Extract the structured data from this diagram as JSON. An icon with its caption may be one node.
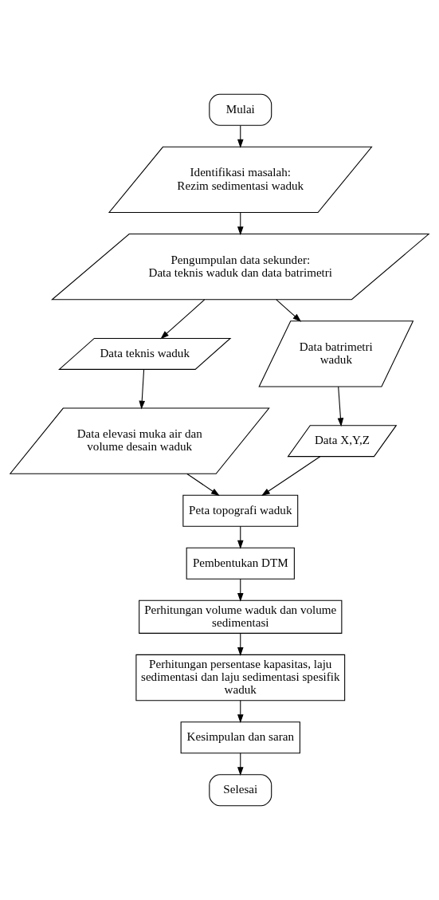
{
  "diagram": {
    "nodes": [
      {
        "text": [
          "Mulai"
        ]
      },
      {
        "text": [
          "Identifikasi masalah:",
          "Rezim sedimentasi waduk"
        ]
      },
      {
        "text": [
          "Pengumpulan data sekunder:",
          "Data teknis waduk dan data batrimetri"
        ]
      },
      {
        "text": [
          "Data teknis waduk"
        ]
      },
      {
        "text": [
          "Data batrimetri waduk"
        ]
      },
      {
        "text": [
          "Data elevasi muka air dan volume desain waduk"
        ]
      },
      {
        "text": [
          "Data X,Y,Z"
        ]
      },
      {
        "text": [
          "Peta topografi waduk"
        ]
      },
      {
        "text": [
          "Pembentukan DTM"
        ]
      },
      {
        "text": [
          "Perhitungan volume waduk dan volume sedimentasi"
        ]
      },
      {
        "text": [
          "Perhitungan persentase kapasitas, laju sedimentasi dan laju sedimentasi spesifik waduk"
        ]
      },
      {
        "text": [
          "Kesimpulan dan saran"
        ]
      },
      {
        "text": [
          "Selesai"
        ]
      }
    ],
    "edges": [
      {
        "from": 0,
        "to": 1,
        "arrow": "to"
      },
      {
        "from": 1,
        "to": 2,
        "arrow": "to"
      },
      {
        "from": 2,
        "to": 3,
        "arrow": "to"
      },
      {
        "from": 2,
        "to": 4,
        "arrow": "to"
      },
      {
        "from": 3,
        "to": 5,
        "arrow": "to"
      },
      {
        "from": 4,
        "to": 6,
        "arrow": "to"
      },
      {
        "from": 5,
        "to": 7,
        "arrow": "to"
      },
      {
        "from": 6,
        "to": 7,
        "arrow": "to"
      },
      {
        "from": 7,
        "to": 8,
        "arrow": "to"
      },
      {
        "from": 8,
        "to": 9,
        "arrow": "to"
      },
      {
        "from": 9,
        "to": 10,
        "arrow": "to"
      },
      {
        "from": 10,
        "to": 11,
        "arrow": "to"
      },
      {
        "from": 11,
        "to": 12,
        "arrow": "to"
      }
    ]
  }
}
